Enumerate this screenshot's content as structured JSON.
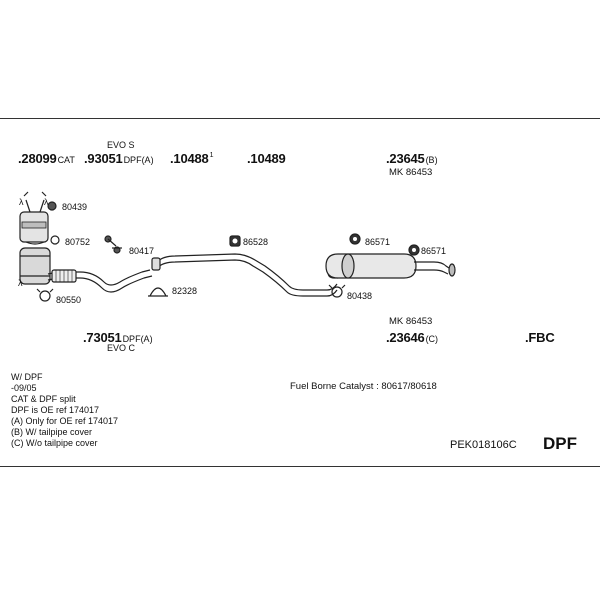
{
  "parts": {
    "p28099": {
      "num": ".28099",
      "suffix": "CAT"
    },
    "p93051": {
      "num": ".93051",
      "suffix": "DPF(A)",
      "note": "EVO S"
    },
    "p10488": {
      "num": ".10488",
      "sup": "1"
    },
    "p10489": {
      "num": ".10489"
    },
    "p23645": {
      "num": ".23645",
      "suffix": "(B)",
      "mk": "MK  86453"
    },
    "p73051": {
      "num": ".73051",
      "suffix": "DPF(A)",
      "note": "EVO C"
    },
    "p23646": {
      "num": ".23646",
      "suffix": "(C)",
      "mk": "MK  86453"
    },
    "fbc": {
      "num": ".FBC"
    }
  },
  "refs": {
    "r80439": "80439",
    "r80752": "80752",
    "r80417": "80417",
    "r80550": "80550",
    "r82328": "82328",
    "r86528": "86528",
    "r86571a": "86571",
    "r86571b": "86571",
    "r80438": "80438"
  },
  "sensor_symbol": "λ",
  "notes": [
    "W/ DPF",
    "-09/05",
    "CAT & DPF split",
    "DPF is OE ref 174017",
    "(A) Only for OE ref 174017",
    "(B) W/ tailpipe cover",
    "(C) W/o tailpipe cover"
  ],
  "fuel_borne": "Fuel Borne Catalyst : 80617/80618",
  "kit_code": "PEK018106C",
  "system_type": "DPF"
}
